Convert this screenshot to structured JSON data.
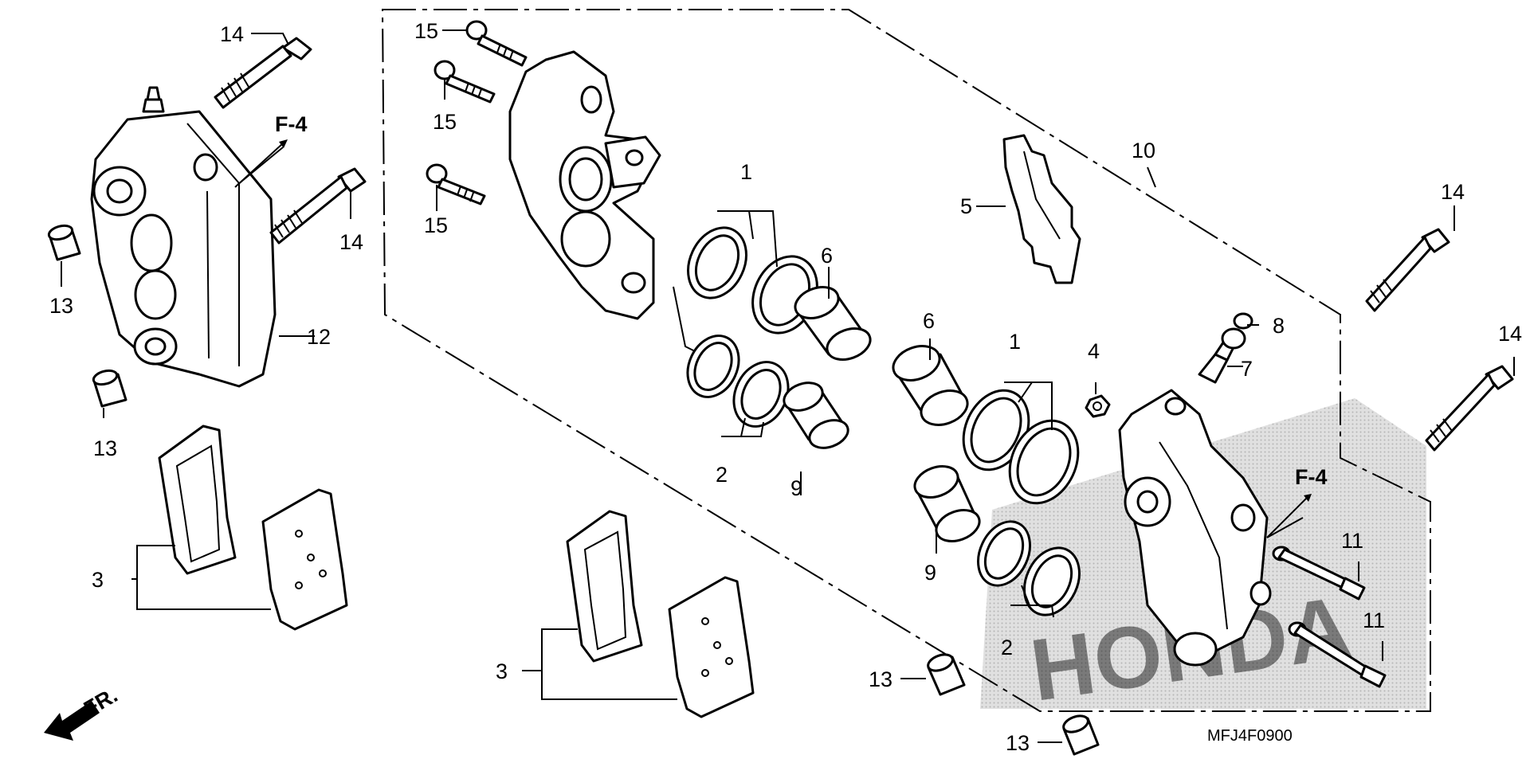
{
  "labels": {
    "l1a": "1",
    "l1b": "1",
    "l2a": "2",
    "l2b": "2",
    "l3a": "3",
    "l3b": "3",
    "l4": "4",
    "l5": "5",
    "l6a": "6",
    "l6b": "6",
    "l7": "7",
    "l8": "8",
    "l9a": "9",
    "l9b": "9",
    "l10": "10",
    "l11a": "11",
    "l11b": "11",
    "l12": "12",
    "l13a": "13",
    "l13b": "13",
    "l13c": "13",
    "l13d": "13",
    "l14a": "14",
    "l14b": "14",
    "l14c": "14",
    "l14d": "14",
    "l15a": "15",
    "l15b": "15",
    "l15c": "15"
  },
  "refs": {
    "f4_left": "F-4",
    "f4_right": "F-4",
    "front": "FR."
  },
  "diagram_code": "MFJ4F0900",
  "watermark": "HONDA"
}
